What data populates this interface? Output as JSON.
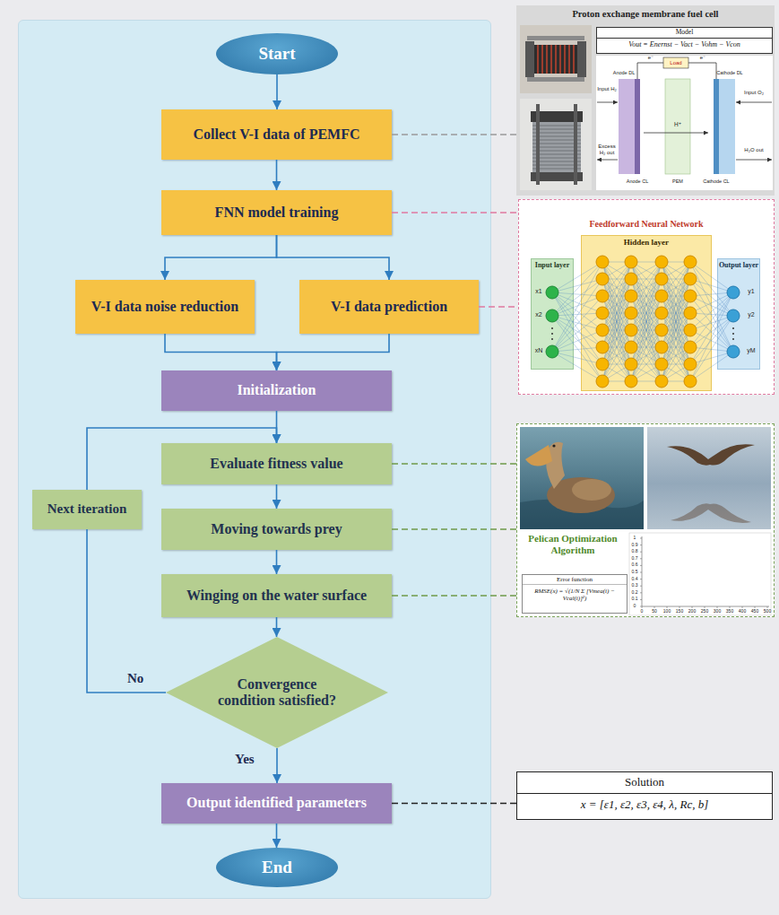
{
  "diagram": {
    "nodes": [
      {
        "text": [
          "Start"
        ]
      },
      {
        "text": [
          "Collect V-I data of PEMFC"
        ]
      },
      {
        "text": [
          "FNN model training"
        ]
      },
      {
        "text": [
          "V-I data noise reduction"
        ]
      },
      {
        "text": [
          "V-I data prediction"
        ]
      },
      {
        "text": [
          "Initialization"
        ]
      },
      {
        "text": [
          "Evaluate fitness value"
        ]
      },
      {
        "text": [
          "Moving towards prey"
        ]
      },
      {
        "text": [
          "Winging on the water surface"
        ]
      },
      {
        "text": [
          "Convergence condition satisfied?"
        ]
      },
      {
        "text": [
          "Next iteration"
        ]
      },
      {
        "text": [
          "Output identified parameters"
        ]
      },
      {
        "text": [
          "End"
        ]
      },
      {
        "text": [
          "Proton exchange membrane fuel cell"
        ]
      },
      {
        "text": [
          "Model",
          "Vout = Enernst − Vact − Vohm − Vcon"
        ],
        "in": 13
      },
      {
        "text": [
          "Feedforward Neural Network"
        ]
      },
      {
        "text": [
          "Input layer"
        ],
        "in": 15
      },
      {
        "text": [
          "Hidden layer"
        ],
        "in": 15
      },
      {
        "text": [
          "Output layer"
        ],
        "in": 15
      },
      {
        "text": [
          "Pelican Optimization Algorithm"
        ]
      },
      {
        "text": [
          "Error function",
          "RMSE(x) = √(1/N Σ [Vmea(i) − Vcal(i)]²)"
        ],
        "in": 19
      },
      {
        "text": [
          "Solution",
          "x = [ε1, ε2, ε3, ε4, λ, Rc, b]"
        ]
      }
    ],
    "edges": [
      {
        "from": 0,
        "to": 1,
        "arrow": "to"
      },
      {
        "from": 1,
        "to": 2,
        "arrow": "to"
      },
      {
        "from": 2,
        "to": 3,
        "arrow": "to"
      },
      {
        "from": 2,
        "to": 4,
        "arrow": "to"
      },
      {
        "from": 3,
        "to": 5,
        "arrow": "to"
      },
      {
        "from": 4,
        "to": 5,
        "arrow": "to"
      },
      {
        "from": 5,
        "to": 6,
        "arrow": "to"
      },
      {
        "from": 6,
        "to": 7,
        "arrow": "to"
      },
      {
        "from": 7,
        "to": 8,
        "arrow": "to"
      },
      {
        "from": 8,
        "to": 9,
        "arrow": "to"
      },
      {
        "from": 9,
        "to": 11,
        "label": "Yes",
        "arrow": "to"
      },
      {
        "from": 11,
        "to": 12,
        "arrow": "to"
      },
      {
        "from": 9,
        "to": 10,
        "label": "No",
        "arrow": "none"
      },
      {
        "from": 10,
        "to": 6,
        "arrow": "to"
      },
      {
        "from": 1,
        "to": 13,
        "arrow": "none"
      },
      {
        "from": 2,
        "to": 15,
        "arrow": "none"
      },
      {
        "from": 4,
        "to": 15,
        "arrow": "none"
      },
      {
        "from": 6,
        "to": 19,
        "arrow": "none"
      },
      {
        "from": 7,
        "to": 19,
        "arrow": "none"
      },
      {
        "from": 8,
        "to": 19,
        "arrow": "none"
      },
      {
        "from": 11,
        "to": 21,
        "arrow": "none"
      }
    ],
    "labels": [
      "Anode DL",
      "Cathode DL",
      "Load",
      "e⁻",
      "e⁻",
      "Input H₂",
      "Excess H₂ out",
      "Input O₂",
      "H₂O out",
      "H⁺",
      "Anode CL",
      "PEM",
      "Cathode CL",
      "x1",
      "x2",
      "xN",
      "y1",
      "y2",
      "yM",
      "0",
      "0.1",
      "0.2",
      "0.3",
      "0.4",
      "0.5",
      "0.6",
      "0.7",
      "0.8",
      "0.9",
      "1",
      "0",
      "50",
      "100",
      "150",
      "200",
      "250",
      "300",
      "350",
      "400",
      "450",
      "500"
    ]
  }
}
